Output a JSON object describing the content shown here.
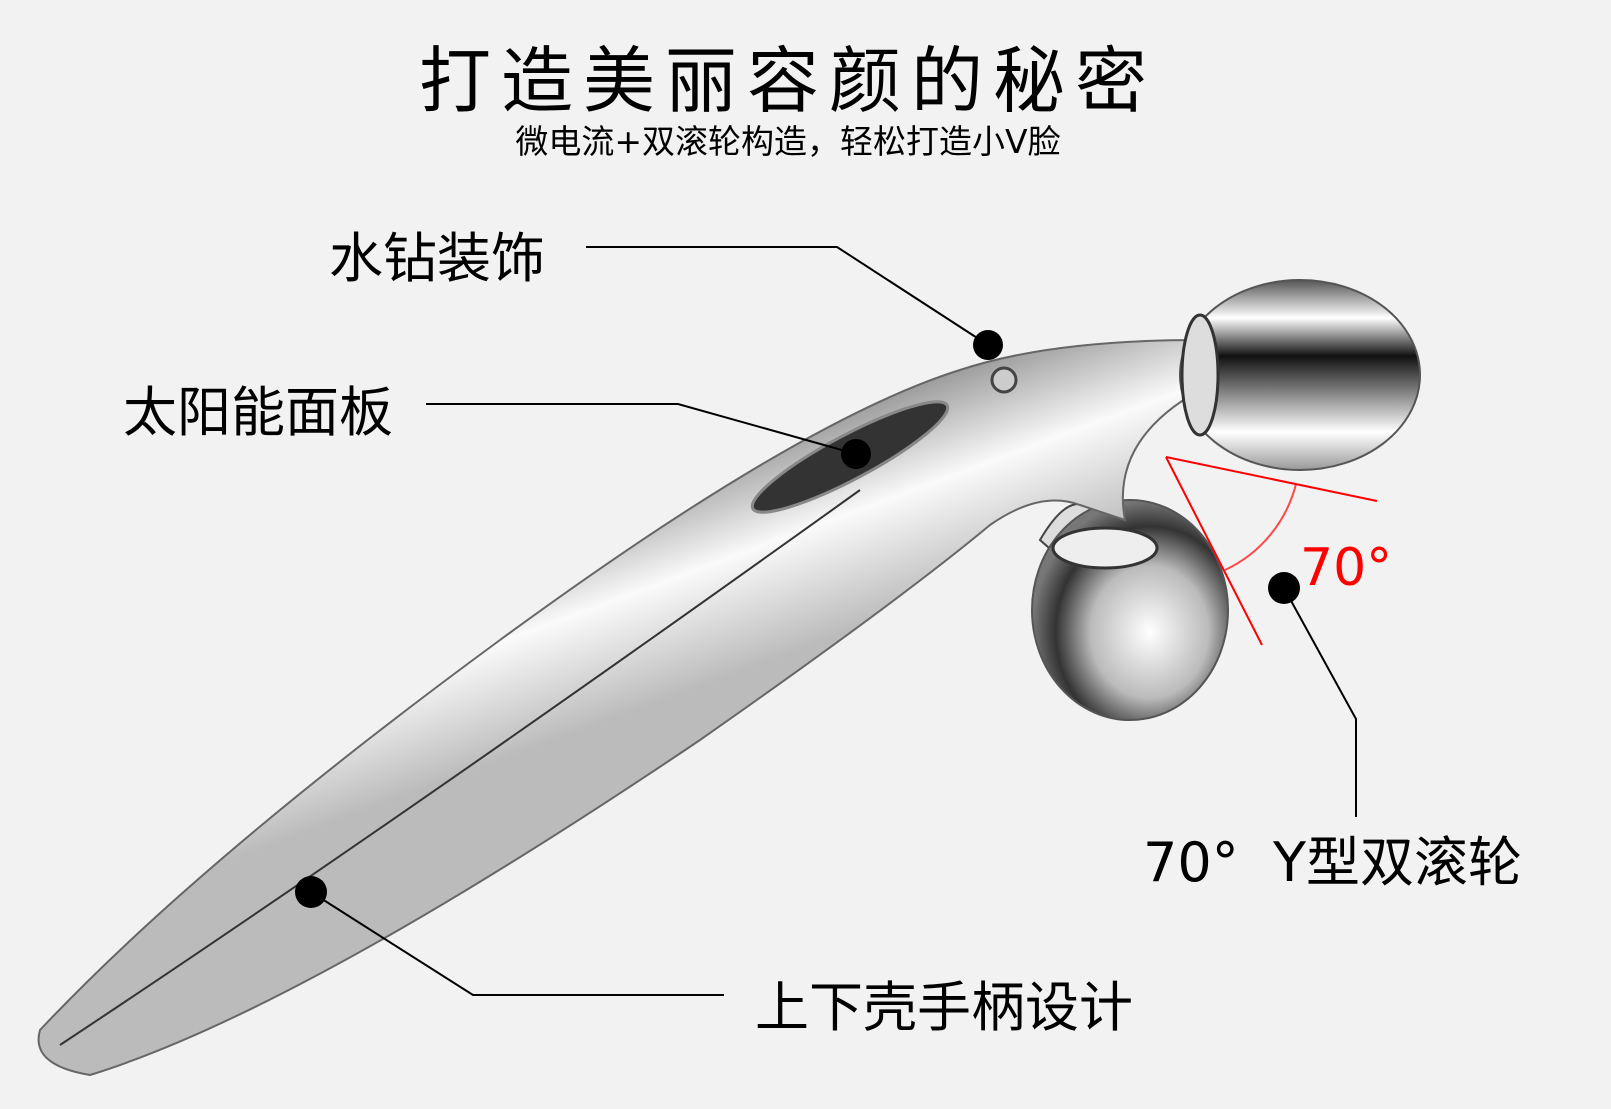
{
  "header": {
    "title": "打造美丽容颜的秘密",
    "subtitle": "微电流+双滚轮构造，轻松打造小V脸"
  },
  "callouts": {
    "rhinestone": "水钻装饰",
    "solar_panel": "太阳能面板",
    "rollers": "70°  Y型双滚轮",
    "handle": "上下壳手柄设计"
  },
  "angle_annotation": {
    "text": "70°",
    "color": "#ff0000"
  }
}
